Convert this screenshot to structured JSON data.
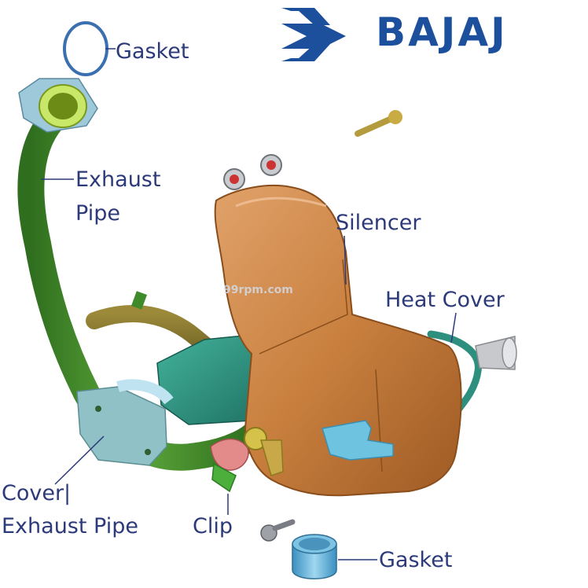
{
  "brand": {
    "name": "BAJAJ",
    "color": "#1c4f9c"
  },
  "watermark": "99rpm.com",
  "labels": {
    "gasket_top": "Gasket",
    "exhaust_pipe_1": "Exhaust",
    "exhaust_pipe_2": "Pipe",
    "silencer": "Silencer",
    "heat_cover": "Heat Cover",
    "cover_1": "Cover|",
    "cover_2": "Exhaust Pipe",
    "clip": "Clip",
    "gasket_bottom": "Gasket"
  },
  "colors": {
    "label_text": "#2c3a7a",
    "exhaust_pipe": "#3f8a2a",
    "silencer": "#c9803f",
    "heat_cover": "#2f8f7e",
    "cover": "#8fc1c7",
    "gasket": "#5aaed6",
    "flange": "#c9e86a"
  }
}
